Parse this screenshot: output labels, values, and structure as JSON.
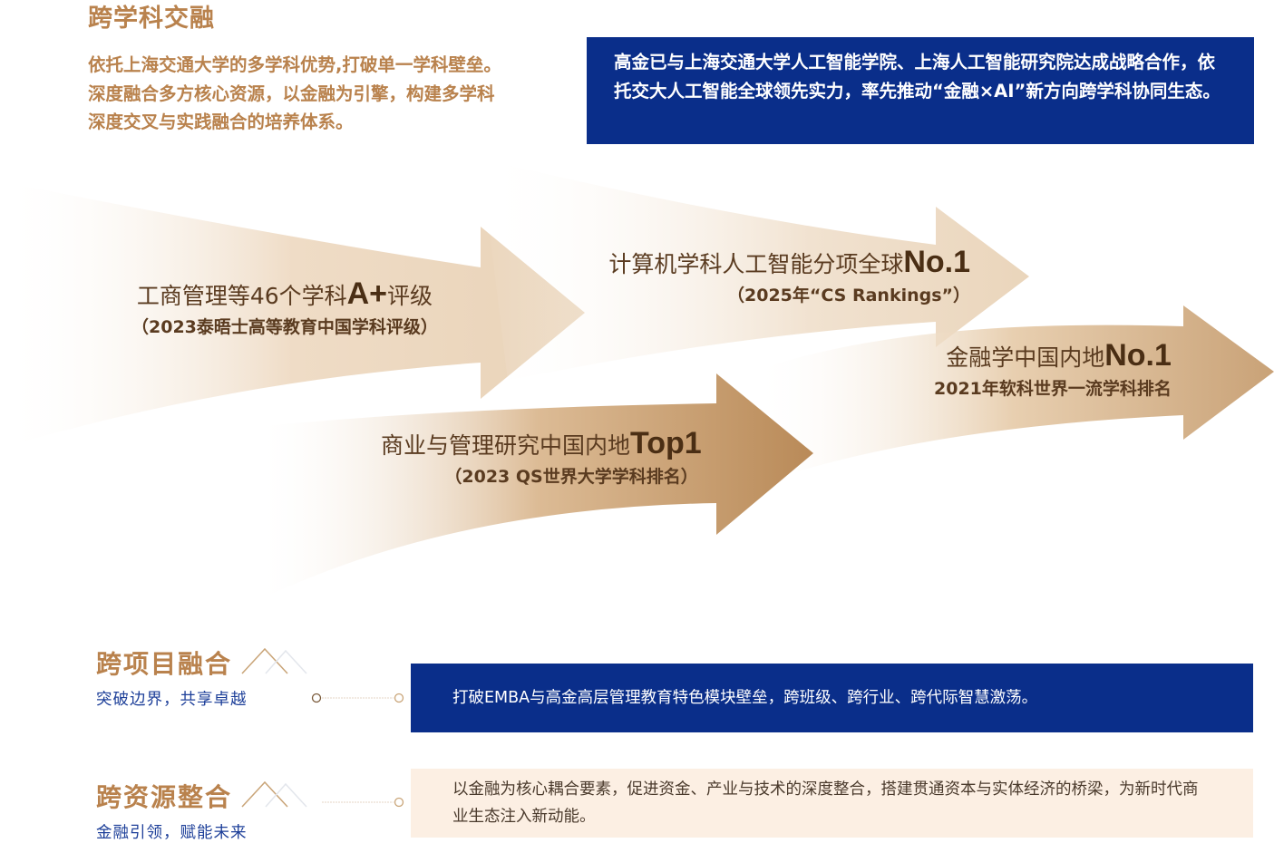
{
  "header": {
    "title": "跨学科交融",
    "intro": [
      "依托上海交通大学的多学科优势,打破单一学科壁垒。",
      "深度融合多方核心资源，以金融为引擎，构建多学科",
      "深度交叉与实践融合的培养体系。"
    ],
    "highlight": "高金已与上海交通大学人工智能学院、上海人工智能研究院达成战略合作，依托交大人工智能全球领先实力，率先推动“金融×AI”新方向跨学科协同生态。"
  },
  "achievements": [
    {
      "main": "工商管理等46个学科",
      "emph": "A+",
      "tail": "评级",
      "sub": "（2023泰晤士高等教育中国学科评级）"
    },
    {
      "main": "计算机学科人工智能分项全球",
      "emph": "No.1",
      "tail": "",
      "sub": "（2025年“CS Rankings”）"
    },
    {
      "main": "金融学中国内地",
      "emph": "No.1",
      "tail": "",
      "sub": "2021年软科世界一流学科排名"
    },
    {
      "main": "商业与管理研究中国内地",
      "emph": "Top1",
      "tail": "",
      "sub": "（2023 QS世界大学学科排名）"
    }
  ],
  "sections": [
    {
      "title": "跨项目融合",
      "subtitle": "突破边界，共享卓越",
      "text": "打破EMBA与高金高层管理教育特色模块壁垒，跨班级、跨行业、跨代际智慧激荡。"
    },
    {
      "title": "跨资源整合",
      "subtitle": "金融引领，赋能未来",
      "text": "以金融为核心耦合要素，促进资金、产业与技术的深度整合，搭建贯通资本与实体经济的桥梁，为新时代商业生态注入新动能。"
    }
  ],
  "colors": {
    "gold": "#b9824d",
    "navy": "#0a2e8a",
    "cream": "#fcefe3"
  }
}
